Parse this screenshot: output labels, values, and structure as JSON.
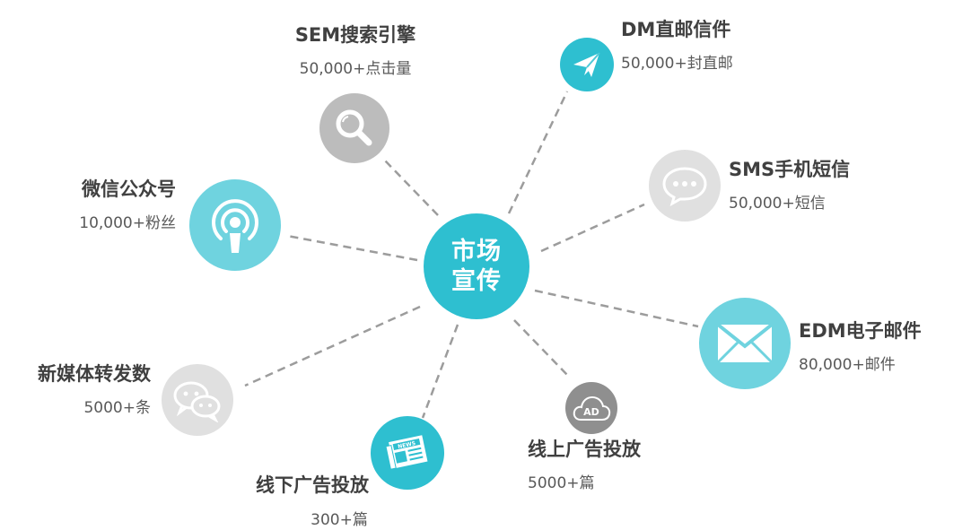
{
  "colors": {
    "accent": "#2ebfd0",
    "accent_light": "#6fd3df",
    "gray": "#bcbcbc",
    "gray_light": "#e0e0e0",
    "gray_dark": "#8f8f8f",
    "line": "#9c9c9c",
    "text": "#404040",
    "subtext": "#595959"
  },
  "hub": {
    "line1": "市场",
    "line2": "宣传"
  },
  "channels": {
    "sem": {
      "title": "SEM搜索引擎",
      "value": "50,000+点击量",
      "icon": "magnifier-icon"
    },
    "dm": {
      "title": "DM直邮信件",
      "value": "50,000+封直邮",
      "icon": "paper-plane-icon"
    },
    "sms": {
      "title": "SMS手机短信",
      "value": "50,000+短信",
      "icon": "chat-bubble-icon"
    },
    "wechat": {
      "title": "微信公众号",
      "value": "10,000+粉丝",
      "icon": "podcast-icon"
    },
    "edm": {
      "title": "EDM电子邮件",
      "value": "80,000+邮件",
      "icon": "envelope-icon"
    },
    "newmedia": {
      "title": "新媒体转发数",
      "value": "5000+条",
      "icon": "wechat-icon"
    },
    "online_ads": {
      "title": "线上广告投放",
      "value": "5000+篇",
      "icon": "ad-cloud-icon",
      "icon_text": "AD"
    },
    "offline_ads": {
      "title": "线下广告投放",
      "value": "300+篇",
      "icon": "newspaper-icon",
      "icon_text": "NEWS"
    }
  }
}
